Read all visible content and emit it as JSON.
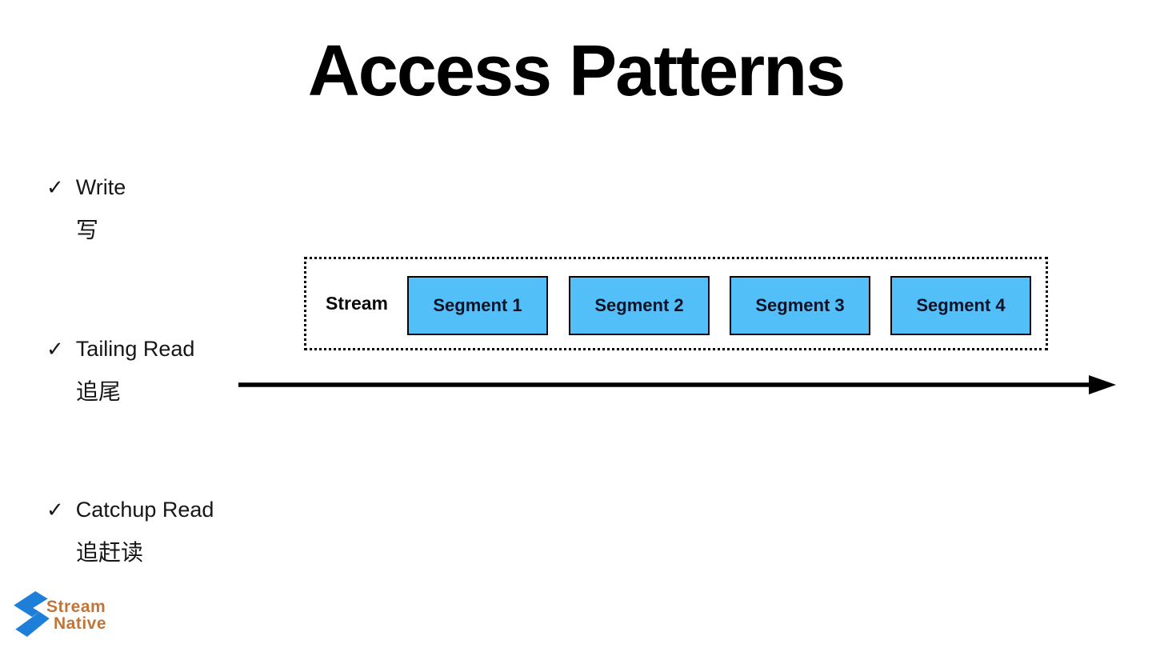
{
  "title": "Access Patterns",
  "bullets": [
    {
      "check": "✓",
      "label": "Write",
      "sub": "写"
    },
    {
      "check": "✓",
      "label": "Tailing Read",
      "sub": "追尾"
    },
    {
      "check": "✓",
      "label": "Catchup Read",
      "sub": "追赶读"
    }
  ],
  "diagram": {
    "stream_label": "Stream",
    "segments": [
      "Segment 1",
      "Segment 2",
      "Segment 3",
      "Segment 4"
    ],
    "colors": {
      "segment_fill": "#52BFF8",
      "segment_border": "#05060a",
      "box_border": "#000000",
      "arrow": "#000000"
    }
  },
  "logo": {
    "line1": "Stream",
    "line2": "Native",
    "colors": {
      "text": "#C0763B",
      "mark": "#1E7FD8"
    }
  }
}
